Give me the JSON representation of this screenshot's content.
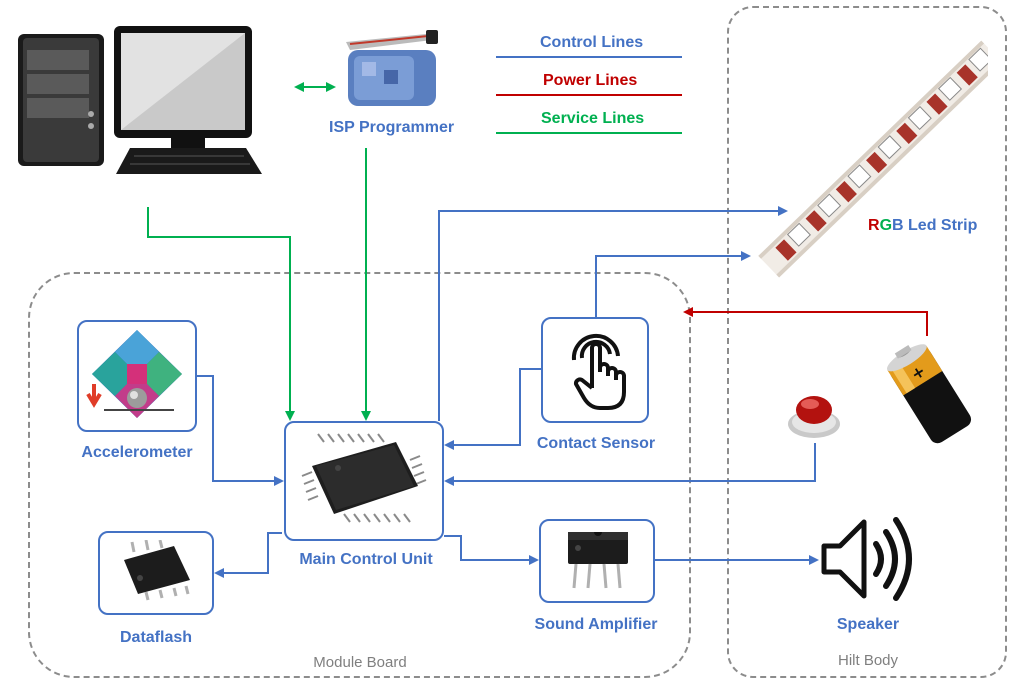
{
  "legend": {
    "control": "Control Lines",
    "power": "Power Lines",
    "service": "Service Lines"
  },
  "labels": {
    "isp_programmer": "ISP Programmer",
    "led_strip_r": "R",
    "led_strip_g": "G",
    "led_strip_b": "B",
    "led_strip_rest": " Led Strip",
    "accelerometer": "Accelerometer",
    "contact_sensor": "Contact Sensor",
    "main_control_unit": "Main Control Unit",
    "dataflash": "Dataflash",
    "sound_amplifier": "Sound Amplifier",
    "speaker": "Speaker",
    "module_board": "Module Board",
    "hilt_body": "Hilt Body"
  },
  "colors": {
    "control": "#4472C4",
    "power": "#C00000",
    "service": "#00B050",
    "boundary": "#8C8C8C"
  }
}
